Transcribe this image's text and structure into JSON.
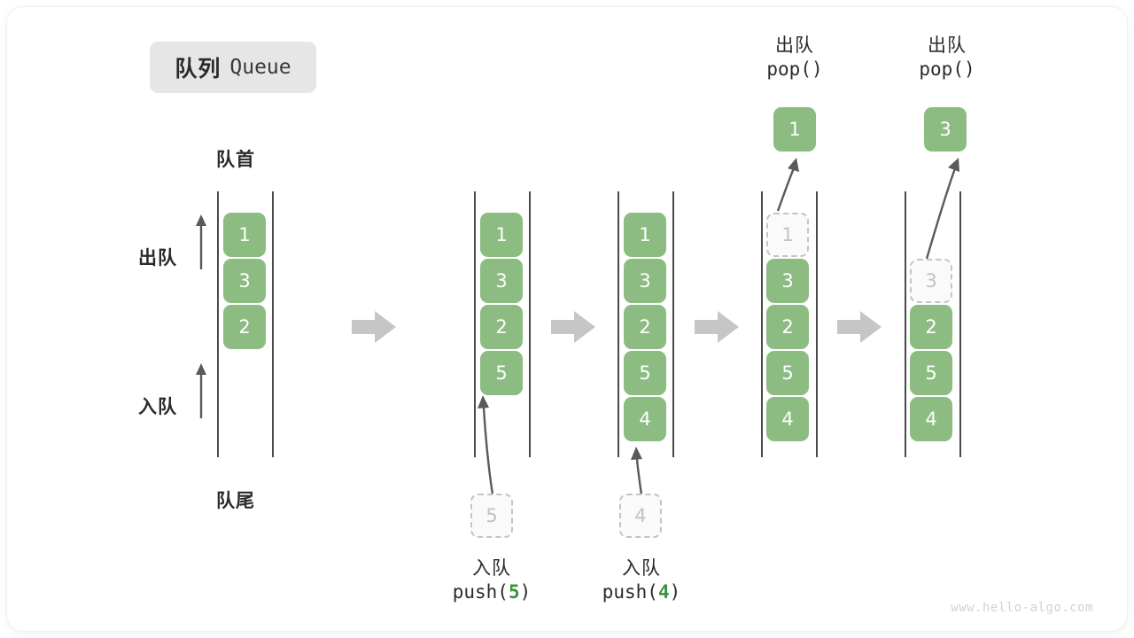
{
  "title": {
    "cn": "队列",
    "en": "Queue"
  },
  "labels": {
    "front": "队首",
    "rear": "队尾",
    "dequeue": "出队",
    "enqueue": "入队"
  },
  "colors": {
    "item_fill": "#8cbc82",
    "item_text": "#ffffff",
    "ghost_border": "#c4c4c4",
    "ghost_text": "#c2c2c2",
    "rail": "#4a4a4a",
    "step_arrow": "#c6c6c6",
    "badge_bg": "#e6e6e6",
    "code_number": "#3d9140"
  },
  "columns": [
    {
      "id": "initial",
      "items": [
        {
          "value": "1",
          "state": "filled"
        },
        {
          "value": "3",
          "state": "filled"
        },
        {
          "value": "2",
          "state": "filled"
        }
      ],
      "head_label": "队首",
      "foot_label": "队尾",
      "side_labels": [
        {
          "text": "出队",
          "name": "dequeue-label"
        },
        {
          "text": "入队",
          "name": "enqueue-label"
        }
      ]
    },
    {
      "id": "after-push-5",
      "items": [
        {
          "value": "1",
          "state": "filled"
        },
        {
          "value": "3",
          "state": "filled"
        },
        {
          "value": "2",
          "state": "filled"
        },
        {
          "value": "5",
          "state": "filled"
        }
      ],
      "incoming": {
        "value": "5",
        "state": "ghost"
      },
      "caption": {
        "cn": "入队",
        "code_prefix": "push(",
        "code_num": "5",
        "code_suffix": ")"
      }
    },
    {
      "id": "after-push-4",
      "items": [
        {
          "value": "1",
          "state": "filled"
        },
        {
          "value": "3",
          "state": "filled"
        },
        {
          "value": "2",
          "state": "filled"
        },
        {
          "value": "5",
          "state": "filled"
        },
        {
          "value": "4",
          "state": "filled"
        }
      ],
      "incoming": {
        "value": "4",
        "state": "ghost"
      },
      "caption": {
        "cn": "入队",
        "code_prefix": "push(",
        "code_num": "4",
        "code_suffix": ")"
      }
    },
    {
      "id": "after-pop-1",
      "items": [
        {
          "value": "1",
          "state": "ghost"
        },
        {
          "value": "3",
          "state": "filled"
        },
        {
          "value": "2",
          "state": "filled"
        },
        {
          "value": "5",
          "state": "filled"
        },
        {
          "value": "4",
          "state": "filled"
        }
      ],
      "popped": {
        "value": "1",
        "state": "filled"
      },
      "caption": {
        "cn": "出队",
        "code": "pop()"
      }
    },
    {
      "id": "after-pop-3",
      "items": [
        {
          "value": "",
          "state": "empty"
        },
        {
          "value": "3",
          "state": "ghost"
        },
        {
          "value": "2",
          "state": "filled"
        },
        {
          "value": "5",
          "state": "filled"
        },
        {
          "value": "4",
          "state": "filled"
        }
      ],
      "popped": {
        "value": "3",
        "state": "filled"
      },
      "caption": {
        "cn": "出队",
        "code": "pop()"
      }
    }
  ],
  "step_arrows": 4,
  "watermark": "www.hello-algo.com"
}
